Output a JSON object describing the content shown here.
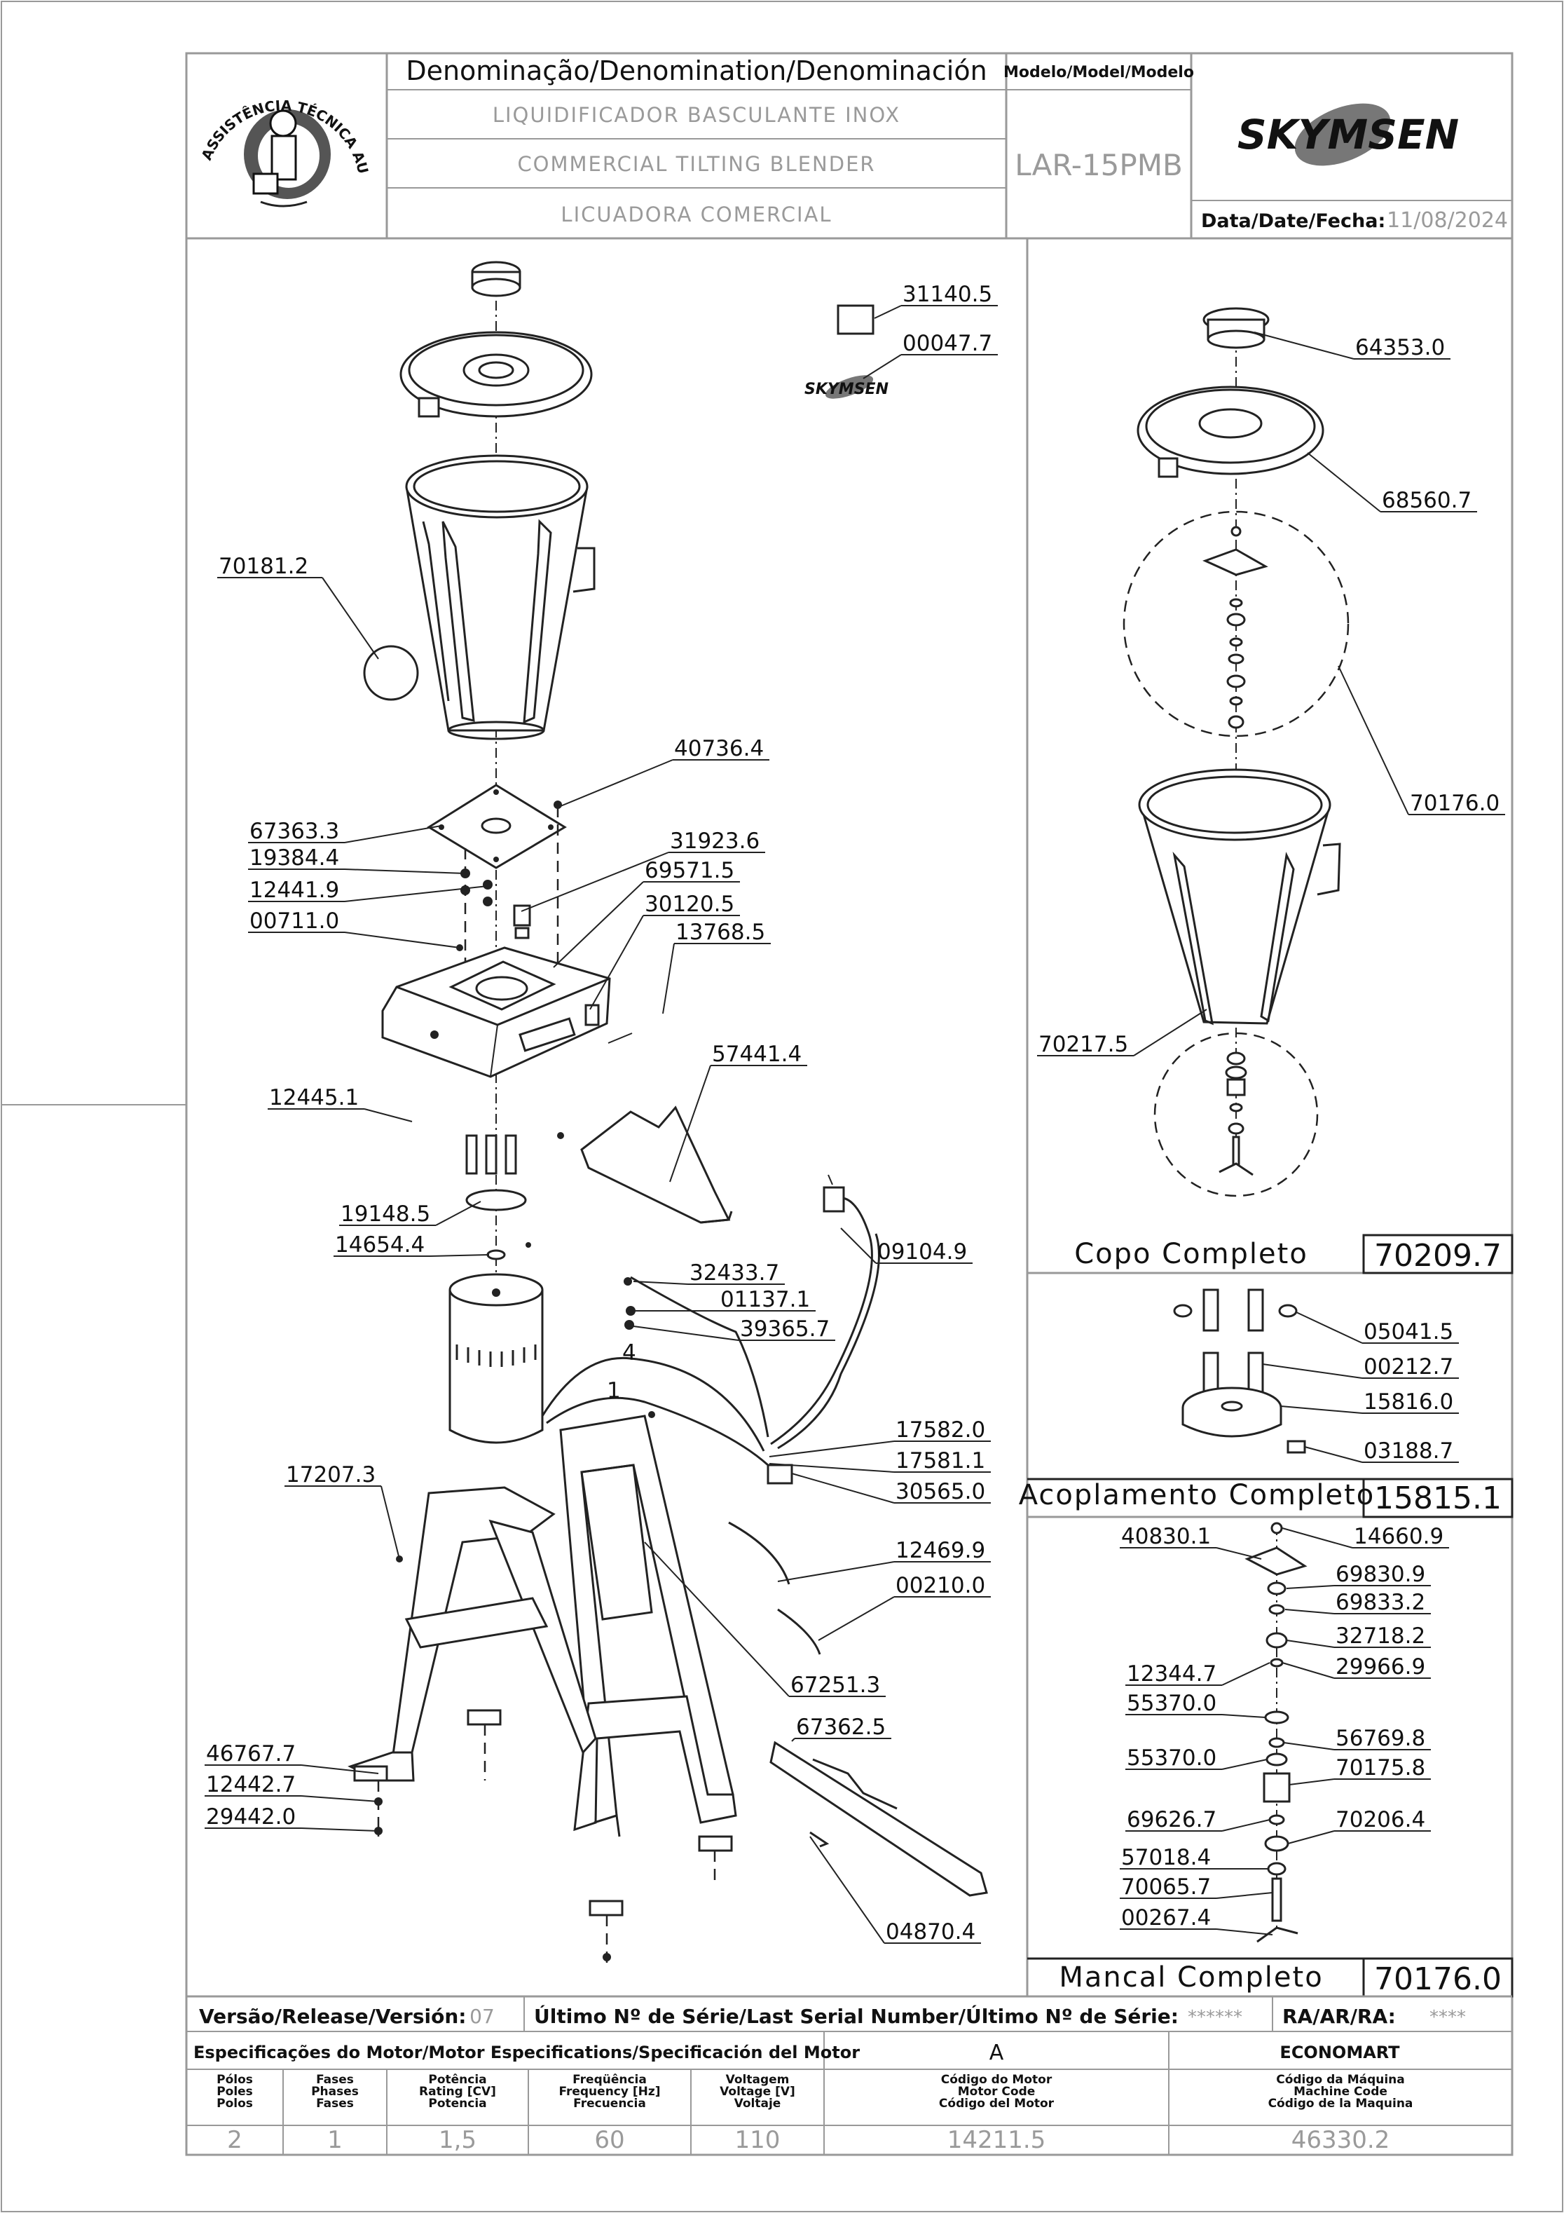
{
  "header": {
    "denomination_label": "Denominação/Denomination/Denominación",
    "model_label": "Modelo/Model/Modelo",
    "name_pt": "LIQUIDIFICADOR BASCULANTE INOX",
    "name_en": "COMMERCIAL TILTING BLENDER",
    "name_es": "LICUADORA COMERCIAL",
    "model": "LAR-15PMB",
    "brand": "SKYMSEN",
    "date_label": "Data/Date/Fecha:",
    "date": "11/08/2024",
    "seal_text": "ASSISTÊNCIA TÉCNICA AUTORIZADA"
  },
  "assemblies": {
    "cup": {
      "label": "Copo Completo",
      "code": "70209.7"
    },
    "coupling": {
      "label": "Acoplamento Completo",
      "code": "15815.1"
    },
    "bearing": {
      "label": "Mancal Completo",
      "code": "70176.0"
    }
  },
  "parts": {
    "main": [
      "31140.5",
      "00047.7",
      "70181.2",
      "40736.4",
      "67363.3",
      "19384.4",
      "12441.9",
      "00711.0",
      "31923.6",
      "69571.5",
      "30120.5",
      "13768.5",
      "57441.4",
      "12445.1",
      "19148.5",
      "14654.4",
      "09104.9",
      "32433.7",
      "01137.1",
      "39365.7",
      "17582.0",
      "17581.1",
      "30565.0",
      "17207.3",
      "12469.9",
      "00210.0",
      "67251.3",
      "67362.5",
      "46767.7",
      "12442.7",
      "29442.0",
      "04870.4"
    ],
    "cup": [
      "64353.0",
      "68560.7",
      "70176.0",
      "70217.5"
    ],
    "coupling": [
      "05041.5",
      "00212.7",
      "15816.0",
      "03188.7"
    ],
    "bearing": [
      "40830.1",
      "14660.9",
      "69830.9",
      "69833.2",
      "32718.2",
      "12344.7",
      "29966.9",
      "55370.0",
      "56769.8",
      "55370.0",
      "70175.8",
      "69626.7",
      "70206.4",
      "57018.4",
      "70065.7",
      "00267.4"
    ]
  },
  "wire_labels": [
    "4",
    "1"
  ],
  "footer": {
    "version_label": "Versão/Release/Versión:",
    "version": "07",
    "serial_label": "Último Nº de Série/Last Serial Number/Último Nº de Série:",
    "serial": "******",
    "ra_label": "RA/AR/RA:",
    "ra": "****",
    "motor_spec_label": "Especificações do Motor/Motor Especifications/Specificación del Motor",
    "motor_letter": "A",
    "client": "ECONOMART",
    "columns": [
      {
        "head": [
          "Pólos",
          "Poles",
          "Polos"
        ],
        "value": "2"
      },
      {
        "head": [
          "Fases",
          "Phases",
          "Fases"
        ],
        "value": "1"
      },
      {
        "head": [
          "Potência",
          "Rating [CV]",
          "Potencia"
        ],
        "value": "1,5"
      },
      {
        "head": [
          "Freqüência",
          "Frequency [Hz]",
          "Frecuencia"
        ],
        "value": "60"
      },
      {
        "head": [
          "Voltagem",
          "Voltage [V]",
          "Voltaje"
        ],
        "value": "110"
      },
      {
        "head": [
          "Código do Motor",
          "Motor Code",
          "Código del Motor"
        ],
        "value": "14211.5"
      },
      {
        "head": [
          "Código da Máquina",
          "Machine Code",
          "Código de la Maquina"
        ],
        "value": "46330.2"
      }
    ]
  }
}
